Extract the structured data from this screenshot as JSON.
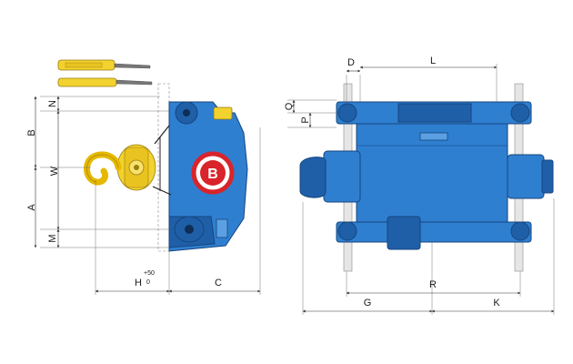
{
  "dimensions": {
    "left_view": {
      "N": "N",
      "B": "B",
      "W": "W",
      "A": "A",
      "M": "M",
      "H": "H",
      "H_tol_upper": "+50",
      "H_tol_lower": "0",
      "C": "C"
    },
    "right_view": {
      "D": "D",
      "L": "L",
      "Q": "Q",
      "P": "P",
      "R": "R",
      "G": "G",
      "K": "K"
    }
  },
  "logo": {
    "letter": "B"
  },
  "colors": {
    "body": "#2f7fd0",
    "pendant": "#f2d22e",
    "logo_red": "#d8242a"
  }
}
